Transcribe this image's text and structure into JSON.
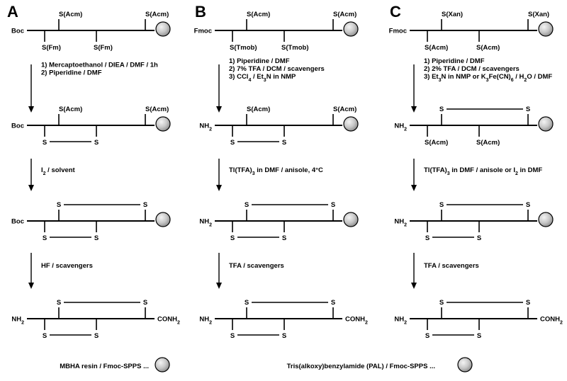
{
  "panels": [
    {
      "letter": "A",
      "rows": [
        {
          "left": "Boc",
          "right": "",
          "bead": true,
          "up": [
            {
              "label": "S(Acm)"
            },
            {
              "label": "S(Acm)"
            }
          ],
          "down": [
            {
              "label": "S(Fm)"
            },
            {
              "label": "S(Fm)"
            }
          ],
          "bridges": []
        },
        {
          "left": "Boc",
          "right": "",
          "bead": true,
          "up": [
            {
              "label": "S(Acm)"
            },
            {
              "label": "S(Acm)"
            }
          ],
          "down": [
            {
              "label": "S"
            },
            {
              "label": "S"
            }
          ],
          "bridges": [
            "lower"
          ]
        },
        {
          "left": "Boc",
          "right": "",
          "bead": true,
          "up": [
            {
              "label": "S"
            },
            {
              "label": "S"
            }
          ],
          "down": [
            {
              "label": "S"
            },
            {
              "label": "S"
            }
          ],
          "bridges": [
            "upper",
            "lower"
          ]
        },
        {
          "left": "NH",
          "left_sub": "2",
          "right": "CONH",
          "right_sub": "2",
          "bead": false,
          "up": [
            {
              "label": "S"
            },
            {
              "label": "S"
            }
          ],
          "down": [
            {
              "label": "S"
            },
            {
              "label": "S"
            }
          ],
          "bridges": [
            "upper",
            "lower"
          ]
        }
      ],
      "steps": [
        [
          "1) Mercaptoethanol / DIEA / DMF / 1h",
          "2) Piperidine / DMF"
        ],
        [
          "I2 / solvent"
        ],
        [
          "HF / scavengers"
        ]
      ]
    },
    {
      "letter": "B",
      "rows": [
        {
          "left": "Fmoc",
          "right": "",
          "bead": true,
          "up": [
            {
              "label": "S(Acm)"
            },
            {
              "label": "S(Acm)"
            }
          ],
          "down": [
            {
              "label": "S(Tmob)"
            },
            {
              "label": "S(Tmob)"
            }
          ],
          "bridges": []
        },
        {
          "left": "NH",
          "left_sub": "2",
          "right": "",
          "bead": true,
          "up": [
            {
              "label": "S(Acm)"
            },
            {
              "label": "S(Acm)"
            }
          ],
          "down": [
            {
              "label": "S"
            },
            {
              "label": "S"
            }
          ],
          "bridges": [
            "lower"
          ]
        },
        {
          "left": "NH",
          "left_sub": "2",
          "right": "",
          "bead": true,
          "up": [
            {
              "label": "S"
            },
            {
              "label": "S"
            }
          ],
          "down": [
            {
              "label": "S"
            },
            {
              "label": "S"
            }
          ],
          "bridges": [
            "upper",
            "lower"
          ]
        },
        {
          "left": "NH",
          "left_sub": "2",
          "right": "CONH",
          "right_sub": "2",
          "bead": false,
          "up": [
            {
              "label": "S"
            },
            {
              "label": "S"
            }
          ],
          "down": [
            {
              "label": "S"
            },
            {
              "label": "S"
            }
          ],
          "bridges": [
            "upper",
            "lower"
          ]
        }
      ],
      "steps": [
        [
          "1) Piperidine / DMF",
          "2) 7% TFA / DCM / scavengers",
          "3) CCl4 / Et3N in NMP"
        ],
        [
          "Tl(TFA)3 in DMF / anisole, 4°C"
        ],
        [
          "TFA / scavengers"
        ]
      ]
    },
    {
      "letter": "C",
      "rows": [
        {
          "left": "Fmoc",
          "right": "",
          "bead": true,
          "up": [
            {
              "label": "S(Xan)"
            },
            {
              "label": "S(Xan)"
            }
          ],
          "down": [
            {
              "label": "S(Acm)"
            },
            {
              "label": "S(Acm)"
            }
          ],
          "bridges": []
        },
        {
          "left": "NH",
          "left_sub": "2",
          "right": "",
          "bead": true,
          "up": [
            {
              "label": "S"
            },
            {
              "label": "S"
            }
          ],
          "down": [
            {
              "label": "S(Acm)"
            },
            {
              "label": "S(Acm)"
            }
          ],
          "bridges": [
            "upper"
          ]
        },
        {
          "left": "NH",
          "left_sub": "2",
          "right": "",
          "bead": true,
          "up": [
            {
              "label": "S"
            },
            {
              "label": "S"
            }
          ],
          "down": [
            {
              "label": "S"
            },
            {
              "label": "S"
            }
          ],
          "bridges": [
            "upper",
            "lower"
          ]
        },
        {
          "left": "NH",
          "left_sub": "2",
          "right": "CONH",
          "right_sub": "2",
          "bead": false,
          "up": [
            {
              "label": "S"
            },
            {
              "label": "S"
            }
          ],
          "down": [
            {
              "label": "S"
            },
            {
              "label": "S"
            }
          ],
          "bridges": [
            "upper",
            "lower"
          ]
        }
      ],
      "steps": [
        [
          "1) Piperidine / DMF",
          "2) 2% TFA / DCM / scavengers",
          "3) Et3N in NMP or K3Fe(CN)6 / H2O / DMF"
        ],
        [
          "Tl(TFA)3 in DMF / anisole or I2 in DMF"
        ],
        [
          "TFA / scavengers"
        ]
      ]
    }
  ],
  "legend": [
    {
      "text": "MBHA resin / Fmoc-SPPS",
      "ellipsis": "..."
    },
    {
      "text": "Tris(alkoxy)benzylamide (PAL) / Fmoc-SPPS",
      "ellipsis": "..."
    }
  ],
  "colors": {
    "line": "#000000",
    "bead_light": "#f4f4f4",
    "bead_dark": "#8a8a8a"
  }
}
